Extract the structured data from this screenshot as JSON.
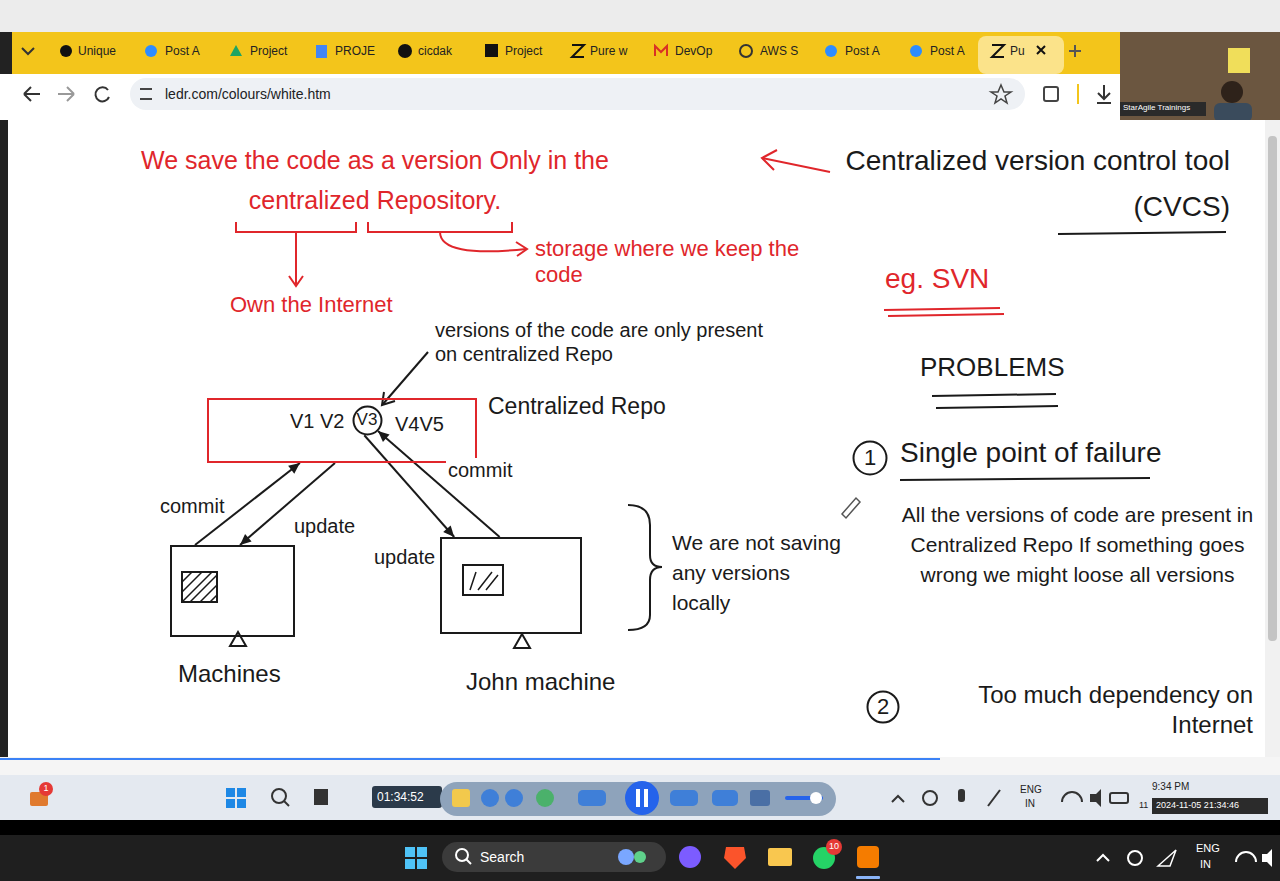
{
  "diagram": {
    "nodes": [
      {
        "text": [
          "V1 V2",
          "V4V5",
          "Centralized Repo"
        ]
      },
      {
        "text": [
          "V3"
        ],
        "in": 0
      },
      {
        "text": [
          "Machines"
        ]
      },
      {
        "text": [
          "John machine"
        ]
      },
      {
        "text": [
          "1"
        ]
      },
      {
        "text": [
          "2"
        ]
      }
    ],
    "edges": [
      {
        "from": 2,
        "to": 0,
        "label": "commit",
        "arrow": "to"
      },
      {
        "from": 0,
        "to": 2,
        "label": "update",
        "arrow": "to"
      },
      {
        "from": 3,
        "to": 1,
        "label": "commit",
        "arrow": "to"
      },
      {
        "from": 1,
        "to": 3,
        "label": "update",
        "arrow": "to"
      }
    ],
    "labels": [
      "We save the code as a version Only in the centralized Repository.",
      "Own the Internet",
      "storage where we keep the code",
      "versions of the code are only present on centralized Repo",
      "We are not saving any versions locally",
      "Centralized version control tool (CVCS)",
      "eg. SVN",
      "PROBLEMS",
      "Single point of failure",
      "All the versions of code are present in Centralized Repo If something goes wrong we might loose all versions",
      "Too much dependency on Internet",
      "Unique",
      "Post A",
      "Project",
      "PROJE",
      "cicdak",
      "Project",
      "Pure w",
      "DevOp",
      "AWS S",
      "Post A",
      "Post A",
      "Pu",
      "ledr.com/colours/white.htm",
      "StarAgile Trainings",
      "1",
      "01:34:52",
      "ENG",
      "IN",
      "9:34 PM",
      "11",
      "2024-11-05 21:34:46",
      "Search",
      "10",
      "ENG",
      "IN"
    ]
  }
}
